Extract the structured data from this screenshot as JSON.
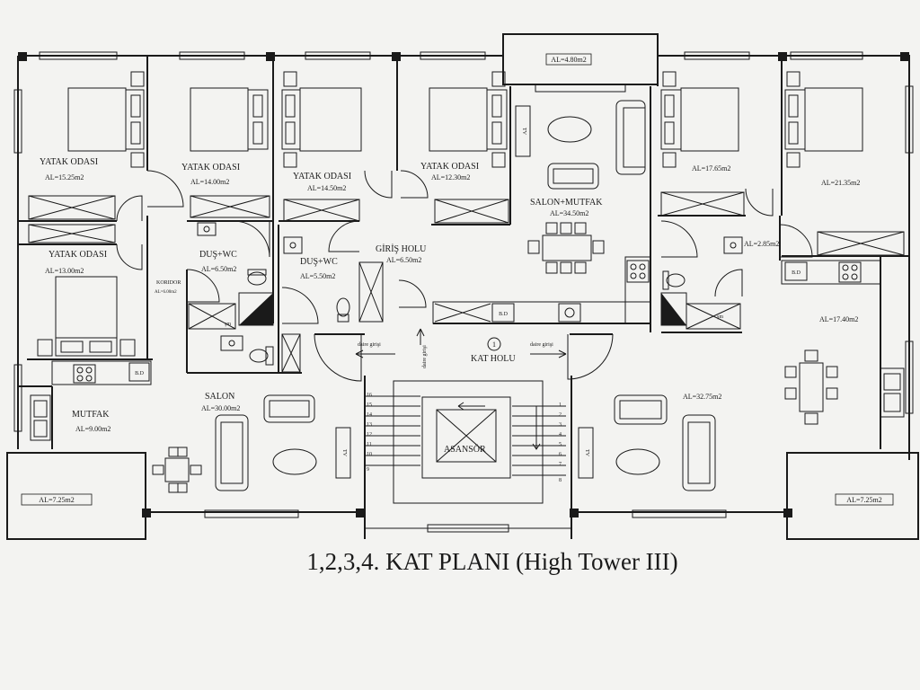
{
  "title": "1,2,3,4.  KAT  PLANI (High Tower III)",
  "rooms": {
    "r1_name": "YATAK ODASI",
    "r1_area": "AL=15.25m2",
    "r2_name": "YATAK ODASI",
    "r2_area": "AL=14.00m2",
    "r3_name": "YATAK ODASI",
    "r3_area": "AL=14.50m2",
    "r4_name": "YATAK ODASI",
    "r4_area": "AL=12.30m2",
    "r5_area": "AL=17.65m2",
    "r6_area": "AL=21.35m2",
    "r7_name": "YATAK ODASI",
    "r7_area": "AL=13.00m2",
    "koridor_name": "KORIDOR",
    "koridor_area": "AL=6.00m2",
    "dus1_name": "DUŞ+WC",
    "dus1_area": "AL=6.50m2",
    "dus2_name": "DUŞ+WC",
    "dus2_area": "AL=5.50m2",
    "giris_name": "GİRİŞ HOLU",
    "giris_area": "AL=6.50m2",
    "salon_mutfak_name": "SALON+MUTFAK",
    "salon_mutfak_area": "AL=34.50m2",
    "right_small_area": "AL=2.85m2",
    "right_big_area": "AL=17.40m2",
    "salon_name": "SALON",
    "salon_area": "AL=30.00m2",
    "mutfak_name": "MUTFAK",
    "mutfak_area": "AL=9.00m2",
    "right_salon_area": "AL=32.75m2",
    "balcony_top": "AL=4.80m2",
    "balcony_left": "AL=7.25m2",
    "balcony_right": "AL=7.25m2"
  },
  "core": {
    "kat_holu": "KAT HOLU",
    "circle_num": "1",
    "asansor": "ASANSÖR",
    "daire_left": "daire girişi",
    "daire_mid": "daire girişi",
    "daire_right": "daire girişi",
    "stairs_left": [
      "16",
      "15",
      "14",
      "13",
      "12",
      "11",
      "10",
      "9"
    ],
    "stairs_right": [
      "1",
      "2",
      "3",
      "4",
      "5",
      "6",
      "7",
      "8"
    ]
  },
  "fixtures": {
    "tv": "TV",
    "bd": "B.D",
    "shower": "şm"
  }
}
